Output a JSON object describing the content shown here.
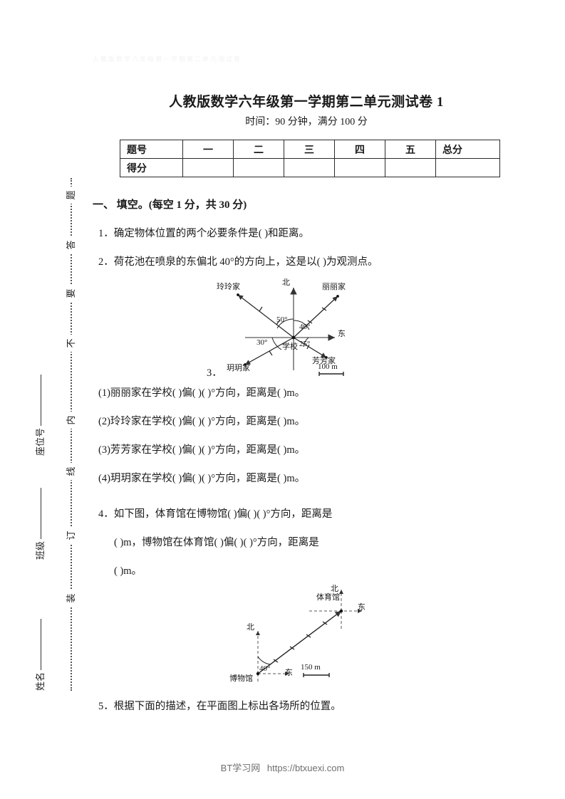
{
  "document": {
    "title": "人教版数学六年级第一学期第二单元测试卷 1",
    "subtitle": "时间：90 分钟，满分 100 分",
    "faint_header": "人教版数学六年级第一学期第二单元测试卷"
  },
  "score_table": {
    "row_labels": [
      "题号",
      "得分"
    ],
    "columns": [
      "一",
      "二",
      "三",
      "四",
      "五",
      "总分"
    ],
    "values": [
      "",
      "",
      "",
      "",
      "",
      ""
    ]
  },
  "margin": {
    "seal_chars": [
      "题",
      "答",
      "要",
      "不",
      "内",
      "线",
      "订",
      "装"
    ],
    "fields": [
      "座位号",
      "班级",
      "姓名"
    ]
  },
  "sections": [
    {
      "heading": "一、 填空。(每空 1 分，共 30 分)"
    }
  ],
  "questions": {
    "q1": "1．确定物体位置的两个必要条件是(            )和距离。",
    "q2": "2．荷花池在喷泉的东偏北 40°的方向上，这是以(                )为观测点。",
    "q3_num": "3．",
    "q3_items": [
      "(1)丽丽家在学校(        )偏(        )(        )°方向，距离是(        )m。",
      "(2)玲玲家在学校(        )偏(        )(        )°方向，距离是(        )m。",
      "(3)芳芳家在学校(        )偏(        )(        )°方向，距离是(        )m。",
      "(4)玥玥家在学校(        )偏(        )(        )°方向，距离是(        )m。"
    ],
    "q4_line1": "4．如下图，体育馆在博物馆(        )偏(        )(        )°方向，距离是",
    "q4_line2": "(        )m，博物馆在体育馆(        )偏(        )(        )°方向，距离是",
    "q4_line3": "(        )m。",
    "q5": "5．根据下面的描述，在平面图上标出各场所的位置。"
  },
  "figure1": {
    "center_label": "学校",
    "north_label": "北",
    "east_label": "东",
    "scale": "100 m",
    "points": [
      {
        "name": "玲玲家",
        "angle_label": "50°",
        "quadrant": "upper-left"
      },
      {
        "name": "丽丽家",
        "angle_label": "40°",
        "quadrant": "upper-right"
      },
      {
        "name": "芳芳家",
        "angle_label": "25°",
        "quadrant": "lower-right"
      },
      {
        "name": "玥玥家",
        "angle_label": "30°",
        "quadrant": "lower-left"
      }
    ]
  },
  "figure2": {
    "origin_label": "博物馆",
    "target_label": "体育馆",
    "north_label_origin": "北",
    "east_label_origin": "东",
    "north_label_target": "北",
    "east_label_target": "东",
    "angle_label": "40°",
    "scale": "150 m"
  },
  "footer": {
    "site": "BT学习网",
    "url": "https://btxuexi.com"
  },
  "colors": {
    "ink": "#1a1a1a",
    "rule": "#2b2b2b",
    "footer": "#6f6f6f"
  }
}
